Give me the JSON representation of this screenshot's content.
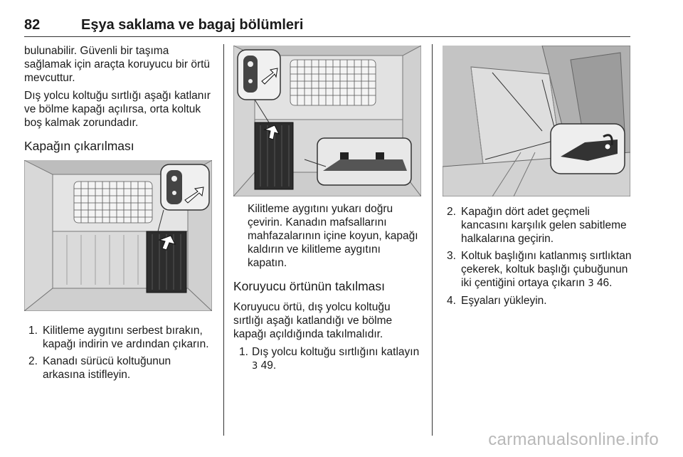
{
  "header": {
    "page_number": "82",
    "title": "Eşya saklama ve bagaj bölümleri"
  },
  "col1": {
    "intro_p1": "bulunabilir. Güvenli bir taşıma sağlamak için araçta koruyucu bir örtü mevcuttur.",
    "intro_p2": "Dış yolcu koltuğu sırtlığı aşağı katlanır ve bölme kapağı açılırsa, orta koltuk boş kalmak zorundadır.",
    "heading": "Kapağın çıkarılması",
    "steps": [
      {
        "num": "1.",
        "text": "Kilitleme aygıtını serbest bırakın, kapağı indirin ve ardından çıkarın."
      },
      {
        "num": "2.",
        "text": "Kanadı sürücü koltuğunun arkasına istifleyin."
      }
    ]
  },
  "col2": {
    "caption": "Kilitleme aygıtını yukarı doğru çevirin. Kanadın mafsallarını mahfazalarının içine koyun, kapağı kaldırın ve kilitleme aygıtını kapatın.",
    "heading": "Koruyucu örtünün takılması",
    "para": "Koruyucu örtü, dış yolcu koltuğu sırtlığı aşağı katlandığı ve bölme kapağı açıldığında takılmalıdır.",
    "step1_num": "1.",
    "step1_text": "Dış yolcu koltuğu sırtlığını katlayın",
    "step1_ref": "49."
  },
  "col3": {
    "steps": [
      {
        "num": "2.",
        "text": "Kapağın dört adet geçmeli kancasını karşılık gelen sabitleme halkalarına geçirin."
      },
      {
        "num": "3.",
        "text": "Koltuk başlığını katlanmış sırtlıktan çekerek, koltuk başlığı çubuğunun iki çentiğini ortaya çıkarın",
        "ref": "46."
      },
      {
        "num": "4.",
        "text": "Eşyaları yükleyin."
      }
    ]
  },
  "watermark": "carmanualsonline.info",
  "ref_symbol": "3"
}
